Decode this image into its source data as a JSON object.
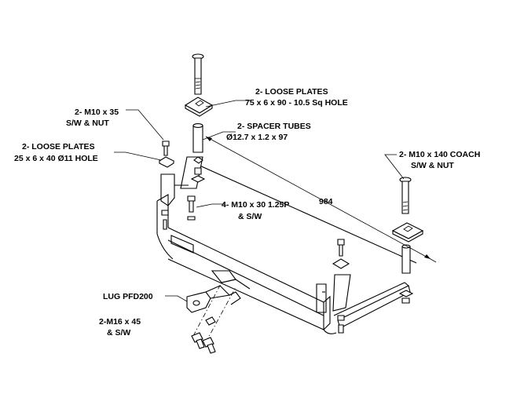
{
  "labels": {
    "loose_plates_top_1": "2- LOOSE PLATES",
    "loose_plates_top_2": "75 x 6 x 90 - 10.5 Sq HOLE",
    "m10x35_1": "2- M10 x 35",
    "m10x35_2": "S/W & NUT",
    "spacer_1": "2- SPACER TUBES",
    "spacer_2": "Ø12.7 x 1.2 x 97",
    "loose_plates_left_1": "2- LOOSE PLATES",
    "loose_plates_left_2": "25 x 6 x 40 Ø11 HOLE",
    "coach_1": "2- M10 x 140 COACH",
    "coach_2": "S/W & NUT",
    "dimension": "984",
    "m10x30_1": "4- M10 x 30 1.25P",
    "m10x30_2": "& S/W",
    "lug": "LUG PFD200",
    "m16_1": "2-M16 x 45",
    "m16_2": "& S/W"
  }
}
